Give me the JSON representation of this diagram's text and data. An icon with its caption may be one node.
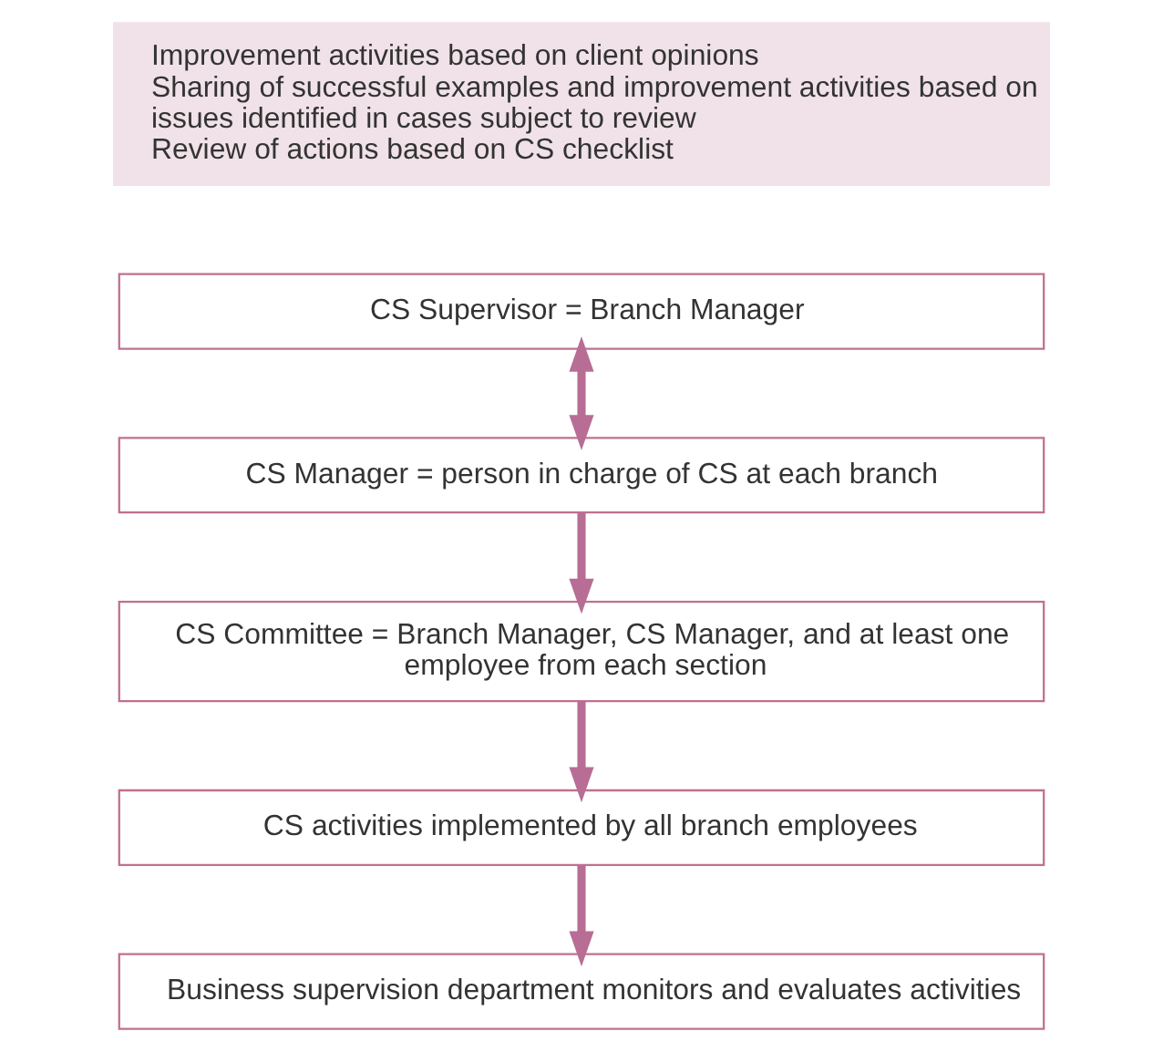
{
  "diagram": {
    "nodes": [
      {
        "text": [
          "Improvement activities based on client opinions",
          "Sharing of successful examples and improvement activities based on issues identified in cases subject to review",
          "Review of actions based on CS checklist"
        ]
      },
      {
        "text": [
          "CS Supervisor = Branch Manager"
        ]
      },
      {
        "text": [
          "CS Manager = person in charge of CS at each branch"
        ]
      },
      {
        "text": [
          "CS Committee = Branch Manager, CS Manager, and at least one employee from each section"
        ]
      },
      {
        "text": [
          "CS activities implemented by all branch employees"
        ]
      },
      {
        "text": [
          "Business supervision department monitors and evaluates activities"
        ]
      }
    ],
    "edges": [
      {
        "from": 1,
        "to": 2,
        "arrow": "both"
      },
      {
        "from": 2,
        "to": 3,
        "arrow": "to"
      },
      {
        "from": 3,
        "to": 4,
        "arrow": "to"
      },
      {
        "from": 4,
        "to": 5,
        "arrow": "to"
      }
    ]
  }
}
